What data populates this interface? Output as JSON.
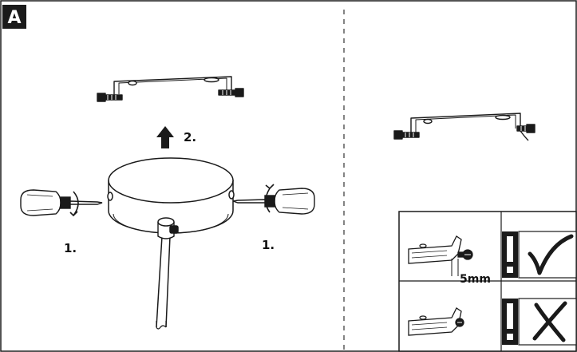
{
  "panel": {
    "label": "A"
  },
  "steps": {
    "step1_left": "1.",
    "step1_right": "1.",
    "step2": "2."
  },
  "inset": {
    "dimension": "5mm"
  },
  "icons": {
    "warning": "exclamation-icon",
    "correct": "checkmark-icon",
    "incorrect": "cross-icon"
  }
}
